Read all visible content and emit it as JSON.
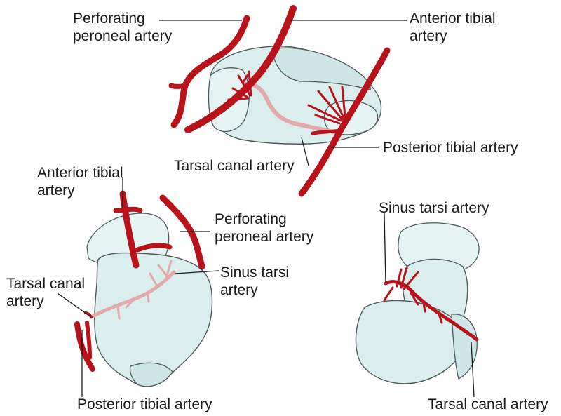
{
  "labels": {
    "top_perforating_peroneal": [
      "Perforating",
      "peroneal artery"
    ],
    "top_anterior_tibial": [
      "Anterior tibial",
      "artery"
    ],
    "top_posterior_tibial": [
      "Posterior  tibial artery"
    ],
    "top_tarsal_canal": [
      "Tarsal canal artery"
    ],
    "left_anterior_tibial": [
      "Anterior tibial",
      "artery"
    ],
    "left_perforating_peroneal": [
      "Perforating",
      "peroneal artery"
    ],
    "left_sinus_tarsi": [
      "Sinus tarsi",
      "artery"
    ],
    "left_tarsal_canal": [
      "Tarsal canal",
      "artery"
    ],
    "left_posterior_tibial": [
      "Posterior tibial artery"
    ],
    "right_sinus_tarsi": [
      "Sinus tarsi artery"
    ],
    "right_tarsal_canal": [
      "Tarsal canal artery"
    ]
  },
  "colors": {
    "artery": "#b8121b",
    "bone": "#dbeeee",
    "outline": "#4f5a5c",
    "text": "#1a1a1a"
  }
}
